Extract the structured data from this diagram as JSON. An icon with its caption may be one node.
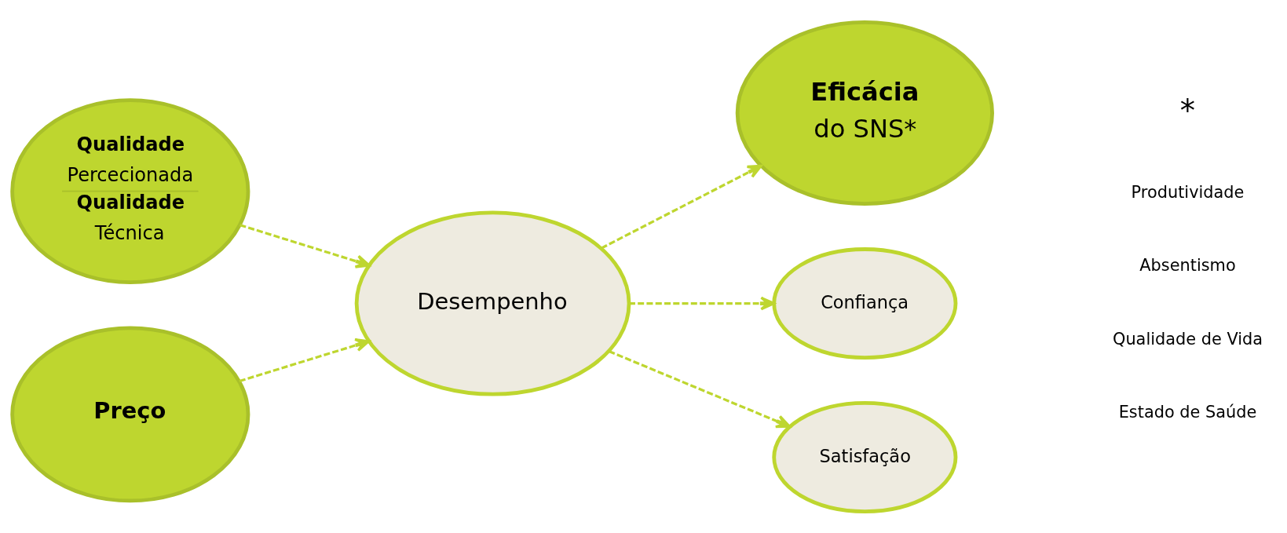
{
  "diagram": {
    "nodes": [
      {
        "text": [
          "Qualidade",
          "Percecionada",
          "Qualidade",
          "Técnica"
        ]
      },
      {
        "text": [
          "Preço"
        ]
      },
      {
        "text": [
          "Desempenho"
        ]
      },
      {
        "text": [
          "Eficácia",
          "do SNS*"
        ]
      },
      {
        "text": [
          "Confiança"
        ]
      },
      {
        "text": [
          "Satisfação"
        ]
      }
    ],
    "edges": [
      {
        "from": 0,
        "to": 2,
        "arrow": "to",
        "style": "dashed"
      },
      {
        "from": 1,
        "to": 2,
        "arrow": "to",
        "style": "dashed"
      },
      {
        "from": 2,
        "to": 3,
        "arrow": "to",
        "style": "dashed"
      },
      {
        "from": 2,
        "to": 4,
        "arrow": "to",
        "style": "dashed"
      },
      {
        "from": 2,
        "to": 5,
        "arrow": "to",
        "style": "dashed"
      }
    ],
    "labels": [
      "*",
      "Produtividade",
      "Absentismo",
      "Qualidade de Vida",
      "Estado de Saúde"
    ]
  }
}
